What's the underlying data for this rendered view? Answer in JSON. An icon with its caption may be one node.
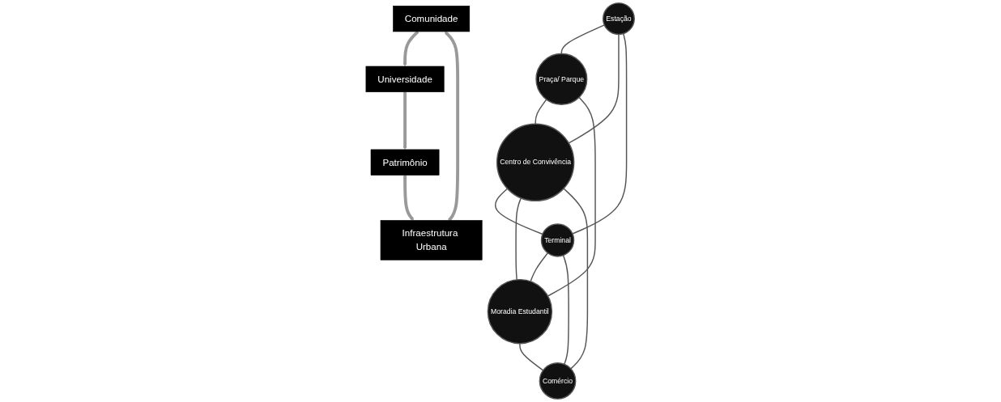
{
  "diagram": {
    "nodes": [
      {
        "text": [
          "Estação"
        ]
      },
      {
        "text": [
          "Praça/ Parque"
        ]
      },
      {
        "text": [
          "Centro de Convivência"
        ]
      },
      {
        "text": [
          "Terminal"
        ]
      },
      {
        "text": [
          "Moradia Estudantil"
        ]
      },
      {
        "text": [
          "Comércio"
        ]
      },
      {
        "text": [
          "Comunidade"
        ]
      },
      {
        "text": [
          "Infraestrutura Urbana"
        ]
      },
      {
        "text": [
          "Universidade"
        ]
      },
      {
        "text": [
          "Patrimônio"
        ]
      }
    ],
    "edges": [
      {
        "from": 0,
        "to": 1,
        "arrow": "none"
      },
      {
        "from": 0,
        "to": 2,
        "arrow": "none"
      },
      {
        "from": 0,
        "to": 3,
        "arrow": "none"
      },
      {
        "from": 1,
        "to": 2,
        "arrow": "none"
      },
      {
        "from": 2,
        "to": 3,
        "arrow": "none"
      },
      {
        "from": 1,
        "to": 4,
        "arrow": "none"
      },
      {
        "from": 2,
        "to": 4,
        "arrow": "none"
      },
      {
        "from": 2,
        "to": 5,
        "arrow": "none"
      },
      {
        "from": 3,
        "to": 4,
        "arrow": "none"
      },
      {
        "from": 3,
        "to": 5,
        "arrow": "none"
      },
      {
        "from": 4,
        "to": 5,
        "arrow": "none"
      },
      {
        "from": 6,
        "to": 8,
        "arrow": "to",
        "style": "thick",
        "color": "#999999"
      },
      {
        "from": 8,
        "to": 9,
        "arrow": "to",
        "style": "thick",
        "color": "#999999"
      },
      {
        "from": 9,
        "to": 7,
        "arrow": "to",
        "style": "thick",
        "color": "#999999"
      },
      {
        "from": 7,
        "to": 6,
        "arrow": "to",
        "style": "thick",
        "color": "#999999"
      }
    ]
  }
}
